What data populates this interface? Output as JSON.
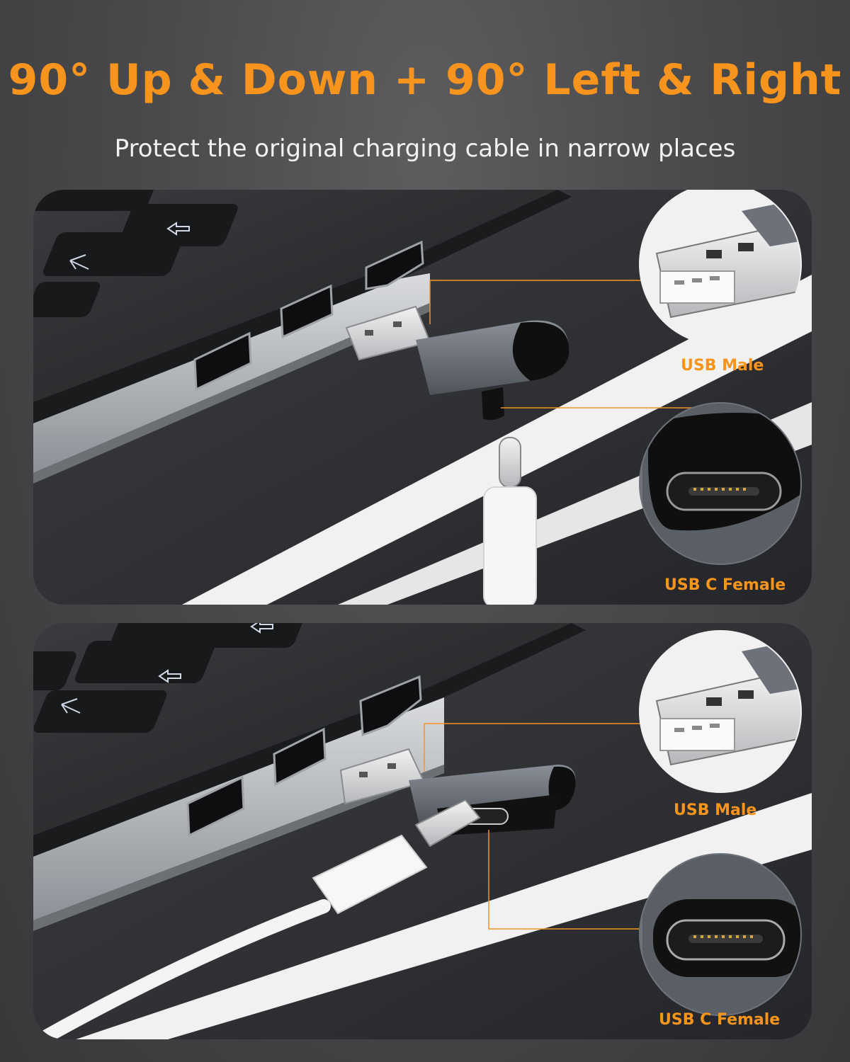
{
  "header": {
    "title": "90° Up & Down + 90° Left & Right",
    "subtitle": "Protect the original charging cable in narrow places"
  },
  "panels": [
    {
      "id": "up-down",
      "labels": {
        "male": "USB Male",
        "female": "USB C Female"
      }
    },
    {
      "id": "left-right",
      "labels": {
        "male": "USB Male",
        "female": "USB C Female"
      }
    }
  ],
  "colors": {
    "accent": "#f7941d",
    "background": "#4a4a4c",
    "laptop_body": "#2e2f31",
    "adapter_gray": "#6e737b",
    "adapter_cap": "#111111",
    "cable_white": "#f4f4f4"
  },
  "icons": [
    "arrow-left-icon",
    "arrow-up-icon",
    "usb-a-port-icon",
    "hdmi-port-icon"
  ]
}
